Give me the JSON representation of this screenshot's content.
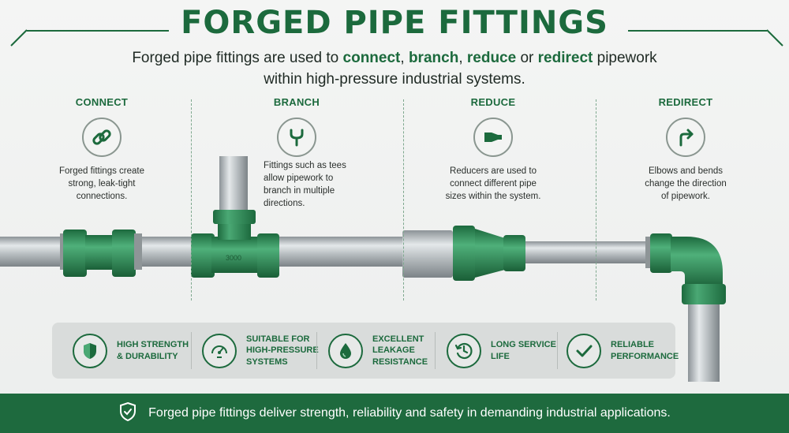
{
  "title": "FORGED PIPE FITTINGS",
  "subtitle": {
    "pre": "Forged pipe fittings are used to ",
    "k1": "connect",
    "s1": ", ",
    "k2": "branch",
    "s2": ", ",
    "k3": "reduce",
    "s3": " or ",
    "k4": "redirect",
    "post": " pipework",
    "line2": "within high-pressure industrial systems."
  },
  "columns": [
    {
      "title": "CONNECT",
      "icon": "chain-link-icon",
      "text": [
        "Forged fittings create",
        "strong, leak-tight",
        "connections."
      ]
    },
    {
      "title": "BRANCH",
      "icon": "branch-icon",
      "text": [
        "Fittings such as tees",
        "allow pipework to",
        "branch in multiple",
        "directions."
      ]
    },
    {
      "title": "REDUCE",
      "icon": "reducer-icon",
      "text": [
        "Reducers are used to",
        "connect different pipe",
        "sizes within the system."
      ]
    },
    {
      "title": "REDIRECT",
      "icon": "turn-arrow-icon",
      "text": [
        "Elbows and bends",
        "change the direction",
        "of pipework."
      ]
    }
  ],
  "tee_marking": "3000",
  "features": [
    {
      "icon": "shield-icon",
      "lines": [
        "HIGH STRENGTH",
        "& DURABILITY"
      ]
    },
    {
      "icon": "pressure-gauge-icon",
      "lines": [
        "SUITABLE FOR",
        "HIGH-PRESSURE",
        "SYSTEMS"
      ]
    },
    {
      "icon": "water-drop-icon",
      "lines": [
        "EXCELLENT",
        "LEAKAGE",
        "RESISTANCE"
      ]
    },
    {
      "icon": "clock-icon",
      "lines": [
        "LONG SERVICE",
        "LIFE"
      ]
    },
    {
      "icon": "checkmark-icon",
      "lines": [
        "RELIABLE",
        "PERFORMANCE"
      ]
    }
  ],
  "banner": {
    "icon": "shield-check-icon",
    "text": "Forged pipe fittings deliver strength, reliability and safety in demanding industrial applications."
  },
  "colors": {
    "brand_green": "#1c6a3d",
    "fitting_green": "#2e8a55",
    "pipe_steel": "#b9bfc1"
  }
}
